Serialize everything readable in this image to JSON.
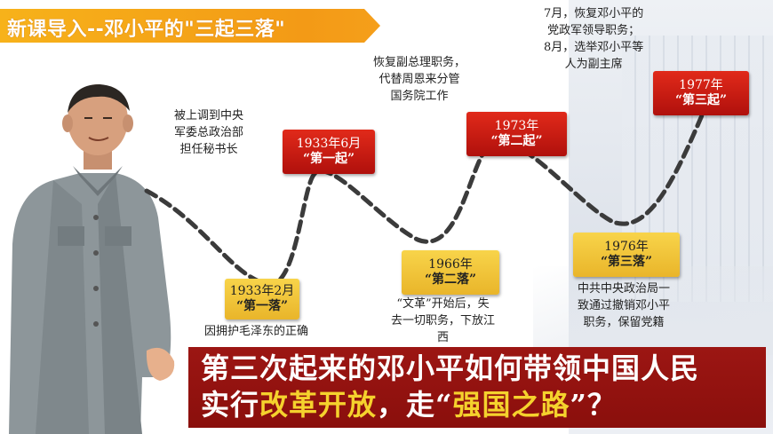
{
  "title": "新课导入--邓小平的\"三起三落\"",
  "events": [
    {
      "id": "e1",
      "year": "1933年2月",
      "name": "“第一落”",
      "style": "gold"
    },
    {
      "id": "e2",
      "year": "1933年6月",
      "name": "“第一起”",
      "style": "red"
    },
    {
      "id": "e3",
      "year": "1966年",
      "name": "“第二落”",
      "style": "gold"
    },
    {
      "id": "e4",
      "year": "1973年",
      "name": "“第二起”",
      "style": "red"
    },
    {
      "id": "e5",
      "year": "1976年",
      "name": "“第三落”",
      "style": "gold"
    },
    {
      "id": "e6",
      "year": "1977年",
      "name": "“第三起”",
      "style": "red"
    }
  ],
  "notes": {
    "n1": [
      "被上调到中央",
      "军委总政治部",
      "担任秘书长"
    ],
    "n2": [
      "因拥护毛泽东的正确"
    ],
    "n3": [
      "恢复副总理职务，",
      "代替周恩来分管",
      "国务院工作"
    ],
    "n4": [
      "“文革”开始后，失",
      "去一切职务，下放江",
      "西"
    ],
    "n5": [
      "中共中央政治局一",
      "致通过撤销邓小平",
      "职务，保留党籍"
    ],
    "n6": [
      "7月，恢复邓小平的",
      "党政军领导职务；",
      "8月，选举邓小平等",
      "人为副主席"
    ]
  },
  "question": {
    "line1": "第三次起来的邓小平如何带领中国人民",
    "line2_a": "实行",
    "line2_b": "改革开放",
    "line2_c": "，走“",
    "line2_d": "强国之路",
    "line2_e": "”？"
  },
  "colors": {
    "banner": "#f39a16",
    "rise": "#c81a12",
    "fall": "#eec23a",
    "question_bg": "#941410",
    "highlight": "#f5d22d"
  }
}
